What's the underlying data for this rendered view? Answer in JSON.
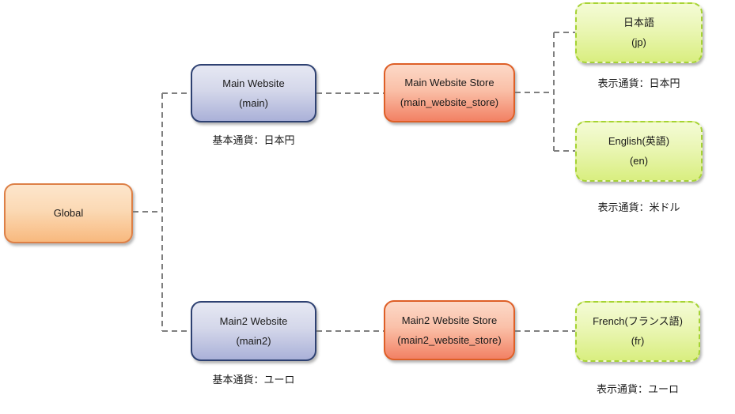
{
  "nodes": {
    "global": {
      "label": "Global"
    },
    "main_website": {
      "name": "Main Website",
      "code": "(main)"
    },
    "main_website_store": {
      "name": "Main Website Store",
      "code": "(main_website_store)"
    },
    "store_view_jp": {
      "name": "日本語",
      "code": "(jp)"
    },
    "store_view_en": {
      "name": "English(英語)",
      "code": "(en)"
    },
    "main2_website": {
      "name": "Main2 Website",
      "code": "(main2)"
    },
    "main2_website_store": {
      "name": "Main2 Website Store",
      "code": "(main2_website_store)"
    },
    "store_view_fr": {
      "name": "French(フランス語)",
      "code": "(fr)"
    }
  },
  "captions": {
    "main_website": "基本通貨：日本円",
    "main2_website": "基本通貨：ユーロ",
    "store_view_jp": "表示通貨：日本円",
    "store_view_en": "表示通貨：米ドル",
    "store_view_fr": "表示通貨：ユーロ"
  },
  "colors": {
    "global_fill_top": "#FDE6CC",
    "global_fill_bottom": "#F8B97E",
    "global_border": "#DD8047",
    "website_fill_top": "#E6E8F3",
    "website_fill_bottom": "#AAB1D8",
    "website_border": "#2E4172",
    "store_fill_top": "#FCD9C8",
    "store_fill_bottom": "#F28164",
    "store_border": "#DE5F27",
    "store_view_fill_top": "#F4FBD6",
    "store_view_fill_bottom": "#D9EE80",
    "store_view_border": "#A6D335",
    "connector": "#7F7F7F",
    "text": "#1A1A1A",
    "background": "#FFFFFF"
  }
}
